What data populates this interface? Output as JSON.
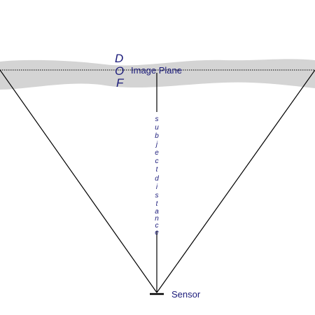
{
  "dof": {
    "letters": [
      "D",
      "O",
      "F"
    ]
  },
  "image_plane": {
    "label": "Image Plane"
  },
  "subject_distance": {
    "letters": [
      "s",
      "u",
      "b",
      "j",
      "e",
      "c",
      "t",
      "d",
      "i",
      "s",
      "t",
      "a",
      "n",
      "c",
      "e"
    ]
  },
  "sensor": {
    "label": "Sensor"
  },
  "colors": {
    "dof_band": "#d4d4d4",
    "line": "#000000",
    "label": "#1a1a7a"
  }
}
